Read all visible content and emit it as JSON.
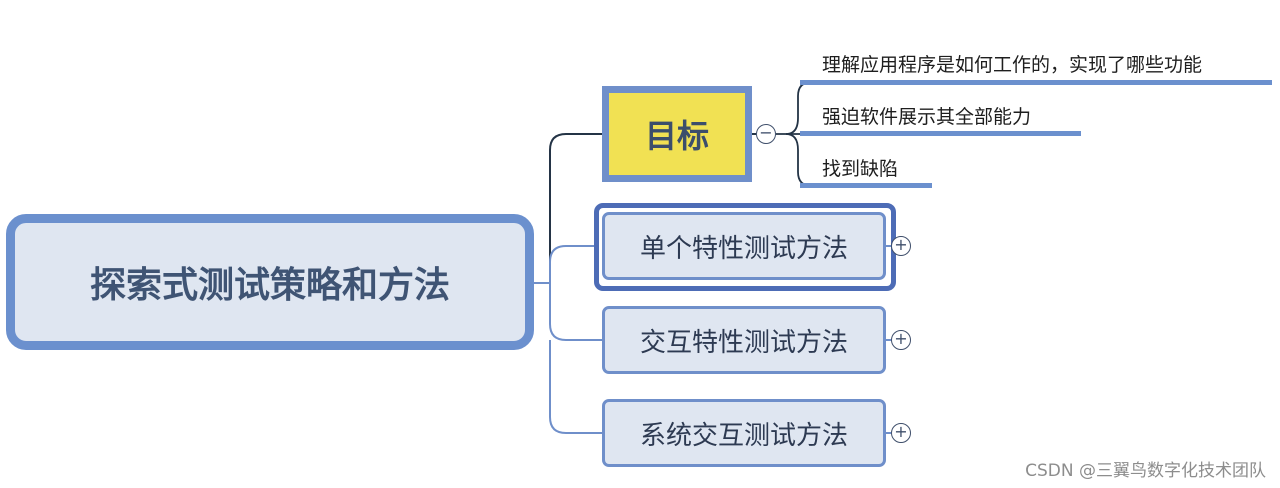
{
  "root": {
    "label": "探索式测试策略和方法"
  },
  "goal": {
    "label": "目标",
    "children": [
      "理解应用程序是如何工作的，实现了哪些功能",
      "强迫软件展示其全部能力",
      "找到缺陷"
    ],
    "toggle": "−"
  },
  "branches": [
    {
      "label": "单个特性测试方法",
      "toggle": "+"
    },
    {
      "label": "交互特性测试方法",
      "toggle": "+"
    },
    {
      "label": "系统交互测试方法",
      "toggle": "+"
    }
  ],
  "watermark": "CSDN @三翼鸟数字化技术团队",
  "colors": {
    "node_fill": "#dfe6f1",
    "node_border": "#6f8fca",
    "goal_fill": "#f1e153",
    "connector_dark": "#243446",
    "connector_light": "#6f8fca",
    "underline": "#6b90ce"
  }
}
